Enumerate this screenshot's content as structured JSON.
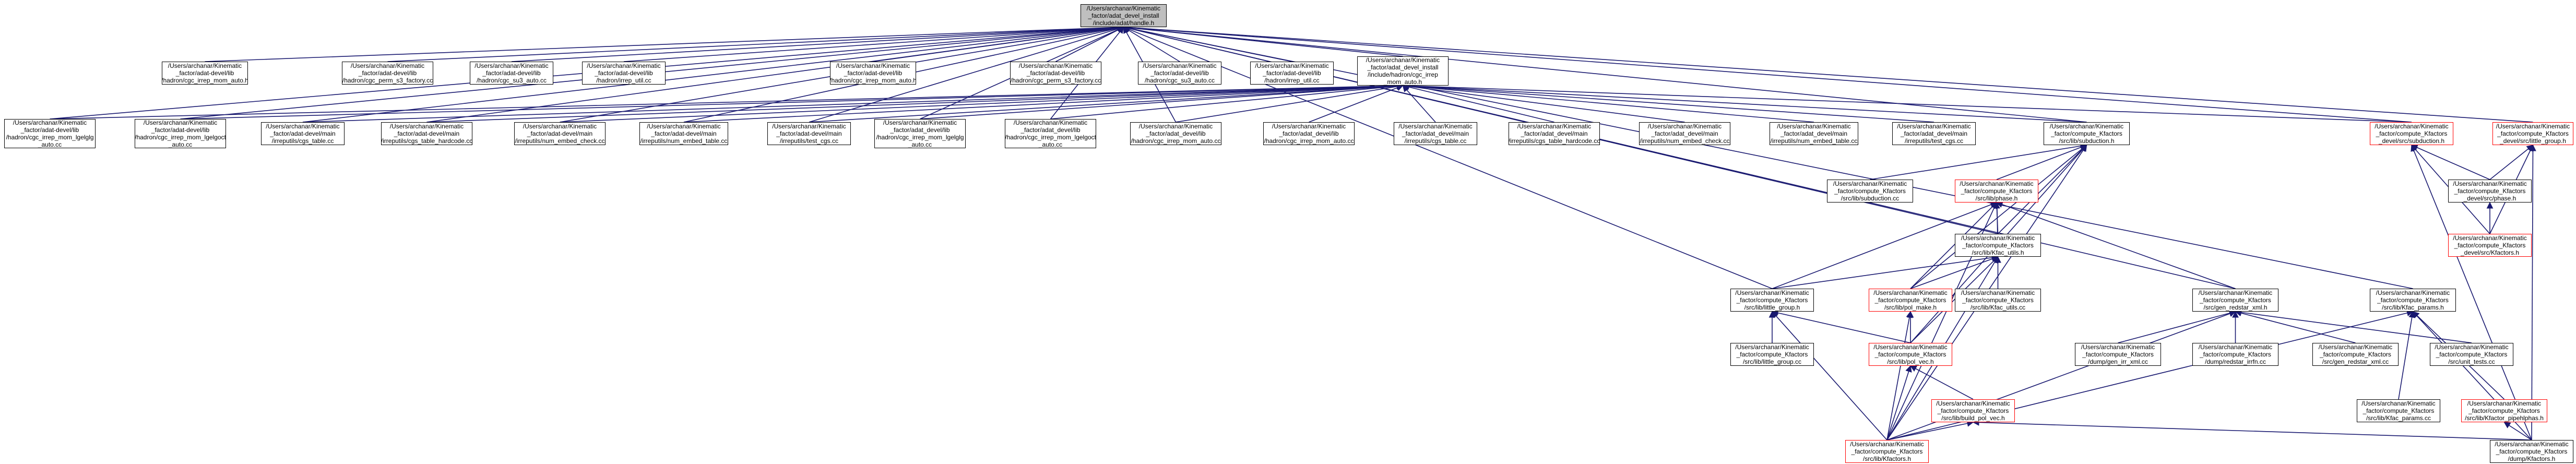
{
  "colors": {
    "edge": "#191970",
    "node_border": "#000000",
    "highlight_border": "#ff0000",
    "focus_fill": "#bfbfbf"
  },
  "nodes": [
    {
      "id": "root",
      "lines": [
        "/Users/archanar/Kinematic",
        "_factor/adat_devel_install",
        "/include/adat/handle.h"
      ],
      "style": "focus"
    },
    {
      "id": "a1",
      "lines": [
        "/Users/archanar/Kinematic",
        "_factor/adat-devel/lib",
        "/hadron/cgc_irrep_mom_auto.h"
      ],
      "style": "normal"
    },
    {
      "id": "a2",
      "lines": [
        "/Users/archanar/Kinematic",
        "_factor/adat-devel/lib",
        "/hadron/cgc_perm_s3_factory.cc"
      ],
      "style": "normal"
    },
    {
      "id": "a3",
      "lines": [
        "/Users/archanar/Kinematic",
        "_factor/adat-devel/lib",
        "/hadron/cgc_su3_auto.cc"
      ],
      "style": "normal"
    },
    {
      "id": "a4",
      "lines": [
        "/Users/archanar/Kinematic",
        "_factor/adat-devel/lib",
        "/hadron/irrep_util.cc"
      ],
      "style": "normal"
    },
    {
      "id": "a5",
      "lines": [
        "/Users/archanar/Kinematic",
        "_factor/adat-devel/lib",
        "/hadron/cgc_irrep_mom_auto.h"
      ],
      "style": "normal"
    },
    {
      "id": "a6",
      "lines": [
        "/Users/archanar/Kinematic",
        "_factor/adat-devel/lib",
        "/hadron/cgc_perm_s3_factory.cc"
      ],
      "style": "normal"
    },
    {
      "id": "a7",
      "lines": [
        "/Users/archanar/Kinematic",
        "_factor/adat-devel/lib",
        "/hadron/cgc_su3_auto.cc"
      ],
      "style": "normal"
    },
    {
      "id": "a8",
      "lines": [
        "/Users/archanar/Kinematic",
        "_factor/adat-devel/lib",
        "/hadron/irrep_util.cc"
      ],
      "style": "normal"
    },
    {
      "id": "hub",
      "lines": [
        "/Users/archanar/Kinematic",
        "_factor/adat_devel_install",
        "/include/hadron/cgc_irrep",
        "_mom_auto.h"
      ],
      "style": "normal"
    },
    {
      "id": "b1",
      "lines": [
        "/Users/archanar/Kinematic",
        "_factor/adat-devel/lib",
        "/hadron/cgc_irrep_mom_lgelglg",
        "_auto.cc"
      ],
      "style": "normal"
    },
    {
      "id": "b2",
      "lines": [
        "/Users/archanar/Kinematic",
        "_factor/adat-devel/lib",
        "/hadron/cgc_irrep_mom_lgelgoct",
        "_auto.cc"
      ],
      "style": "normal"
    },
    {
      "id": "b3",
      "lines": [
        "/Users/archanar/Kinematic",
        "_factor/adat-devel/main",
        "/irreputils/cgs_table.cc"
      ],
      "style": "normal"
    },
    {
      "id": "b4",
      "lines": [
        "/Users/archanar/Kinematic",
        "_factor/adat-devel/main",
        "/irreputils/cgs_table_hardcode.cc"
      ],
      "style": "normal"
    },
    {
      "id": "b5",
      "lines": [
        "/Users/archanar/Kinematic",
        "_factor/adat-devel/main",
        "/irreputils/num_embed_check.cc"
      ],
      "style": "normal"
    },
    {
      "id": "b6",
      "lines": [
        "/Users/archanar/Kinematic",
        "_factor/adat-devel/main",
        "/irreputils/num_embed_table.cc"
      ],
      "style": "normal"
    },
    {
      "id": "b7",
      "lines": [
        "/Users/archanar/Kinematic",
        "_factor/adat-devel/main",
        "/irreputils/test_cgs.cc"
      ],
      "style": "normal"
    },
    {
      "id": "b8",
      "lines": [
        "/Users/archanar/Kinematic",
        "_factor/adat_devel/lib",
        "/hadron/cgc_irrep_mom_lgelglg",
        "_auto.cc"
      ],
      "style": "normal"
    },
    {
      "id": "b9",
      "lines": [
        "/Users/archanar/Kinematic",
        "_factor/adat_devel/lib",
        "/hadron/cgc_irrep_mom_lgelgoct",
        "_auto.cc"
      ],
      "style": "normal"
    },
    {
      "id": "b10",
      "lines": [
        "/Users/archanar/Kinematic",
        "_factor/adat_devel/lib",
        "/hadron/cgc_irrep_mom_auto.cc"
      ],
      "style": "normal"
    },
    {
      "id": "b11",
      "lines": [
        "/Users/archanar/Kinematic",
        "_factor/adat_devel/lib",
        "/hadron/cgc_irrep_mom_auto.cc"
      ],
      "style": "normal"
    },
    {
      "id": "b12",
      "lines": [
        "/Users/archanar/Kinematic",
        "_factor/adat_devel/main",
        "/irreputils/cgs_table.cc"
      ],
      "style": "normal"
    },
    {
      "id": "b13",
      "lines": [
        "/Users/archanar/Kinematic",
        "_factor/adat_devel/main",
        "/irreputils/cgs_table_hardcode.cc"
      ],
      "style": "normal"
    },
    {
      "id": "b14",
      "lines": [
        "/Users/archanar/Kinematic",
        "_factor/adat_devel/main",
        "/irreputils/num_embed_check.cc"
      ],
      "style": "normal"
    },
    {
      "id": "b15",
      "lines": [
        "/Users/archanar/Kinematic",
        "_factor/adat_devel/main",
        "/irreputils/num_embed_table.cc"
      ],
      "style": "normal"
    },
    {
      "id": "b16",
      "lines": [
        "/Users/archanar/Kinematic",
        "_factor/adat_devel/main",
        "/irreputils/test_cgs.cc"
      ],
      "style": "normal"
    },
    {
      "id": "sub",
      "lines": [
        "/Users/archanar/Kinematic",
        "_factor/compute_Kfactors",
        "/src/lib/subduction.h"
      ],
      "style": "normal"
    },
    {
      "id": "dsub",
      "lines": [
        "/Users/archanar/Kinematic",
        "_factor/compute_Kfactors",
        "_devel/src/subduction.h"
      ],
      "style": "red"
    },
    {
      "id": "dlg",
      "lines": [
        "/Users/archanar/Kinematic",
        "_factor/compute_Kfactors",
        "_devel/src/little_group.h"
      ],
      "style": "red"
    },
    {
      "id": "subcc",
      "lines": [
        "/Users/archanar/Kinematic",
        "_factor/compute_Kfactors",
        "/src/lib/subduction.cc"
      ],
      "style": "normal"
    },
    {
      "id": "phase",
      "lines": [
        "/Users/archanar/Kinematic",
        "_factor/compute_Kfactors",
        "/src/lib/phase.h"
      ],
      "style": "red"
    },
    {
      "id": "dphase",
      "lines": [
        "/Users/archanar/Kinematic",
        "_factor/compute_Kfactors",
        "_devel/src/phase.h"
      ],
      "style": "normal"
    },
    {
      "id": "dkfac",
      "lines": [
        "/Users/archanar/Kinematic",
        "_factor/compute_Kfactors",
        "_devel/src/Kfactors.h"
      ],
      "style": "red"
    },
    {
      "id": "kutils",
      "lines": [
        "/Users/archanar/Kinematic",
        "_factor/compute_Kfactors",
        "/src/lib/Kfac_utils.h"
      ],
      "style": "normal"
    },
    {
      "id": "lg",
      "lines": [
        "/Users/archanar/Kinematic",
        "_factor/compute_Kfactors",
        "/src/lib/little_group.h"
      ],
      "style": "normal"
    },
    {
      "id": "pmake",
      "lines": [
        "/Users/archanar/Kinematic",
        "_factor/compute_Kfactors",
        "/src/lib/pol_make.h"
      ],
      "style": "red"
    },
    {
      "id": "kucc",
      "lines": [
        "/Users/archanar/Kinematic",
        "_factor/compute_Kfactors",
        "/src/lib/Kfac_utils.cc"
      ],
      "style": "normal"
    },
    {
      "id": "gxml",
      "lines": [
        "/Users/archanar/Kinematic",
        "_factor/compute_Kfactors",
        "/src/gen_redstar_xml.h"
      ],
      "style": "normal"
    },
    {
      "id": "kparams",
      "lines": [
        "/Users/archanar/Kinematic",
        "_factor/compute_Kfactors",
        "/src/lib/Kfac_params.h"
      ],
      "style": "normal"
    },
    {
      "id": "lgcc",
      "lines": [
        "/Users/archanar/Kinematic",
        "_factor/compute_Kfactors",
        "/src/lib/little_group.cc"
      ],
      "style": "normal"
    },
    {
      "id": "polvec",
      "lines": [
        "/Users/archanar/Kinematic",
        "_factor/compute_Kfactors",
        "/src/lib/pol_vec.h"
      ],
      "style": "red"
    },
    {
      "id": "dgen",
      "lines": [
        "/Users/archanar/Kinematic",
        "_factor/compute_Kfactors",
        "/dump/gen_irr_xml.cc"
      ],
      "style": "normal"
    },
    {
      "id": "dredi",
      "lines": [
        "/Users/archanar/Kinematic",
        "_factor/compute_Kfactors",
        "/dump/redstar_irrfn.cc"
      ],
      "style": "normal"
    },
    {
      "id": "gxmlcc",
      "lines": [
        "/Users/archanar/Kinematic",
        "_factor/compute_Kfactors",
        "/src/gen_redstar_xml.cc"
      ],
      "style": "normal"
    },
    {
      "id": "unit",
      "lines": [
        "/Users/archanar/Kinematic",
        "_factor/compute_Kfactors",
        "/src/unit_tests.cc"
      ],
      "style": "normal"
    },
    {
      "id": "bpv",
      "lines": [
        "/Users/archanar/Kinematic",
        "_factor/compute_Kfactors",
        "/src/lib/build_pol_vec.h"
      ],
      "style": "red"
    },
    {
      "id": "kpcc",
      "lines": [
        "/Users/archanar/Kinematic",
        "_factor/compute_Kfactors",
        "/src/lib/Kfac_params.cc"
      ],
      "style": "normal"
    },
    {
      "id": "kpipe",
      "lines": [
        "/Users/archanar/Kinematic",
        "_factor/compute_Kfactors",
        "/src/lib/Kfactor_pipehlphas.h"
      ],
      "style": "red"
    },
    {
      "id": "kfac",
      "lines": [
        "/Users/archanar/Kinematic",
        "_factor/compute_Kfactors",
        "/src/lib/Kfactors.h"
      ],
      "style": "red"
    },
    {
      "id": "dkcc",
      "lines": [
        "/Users/archanar/Kinematic",
        "_factor/compute_Kfactors",
        "/dump/Kfactors.h"
      ],
      "style": "normal"
    }
  ]
}
